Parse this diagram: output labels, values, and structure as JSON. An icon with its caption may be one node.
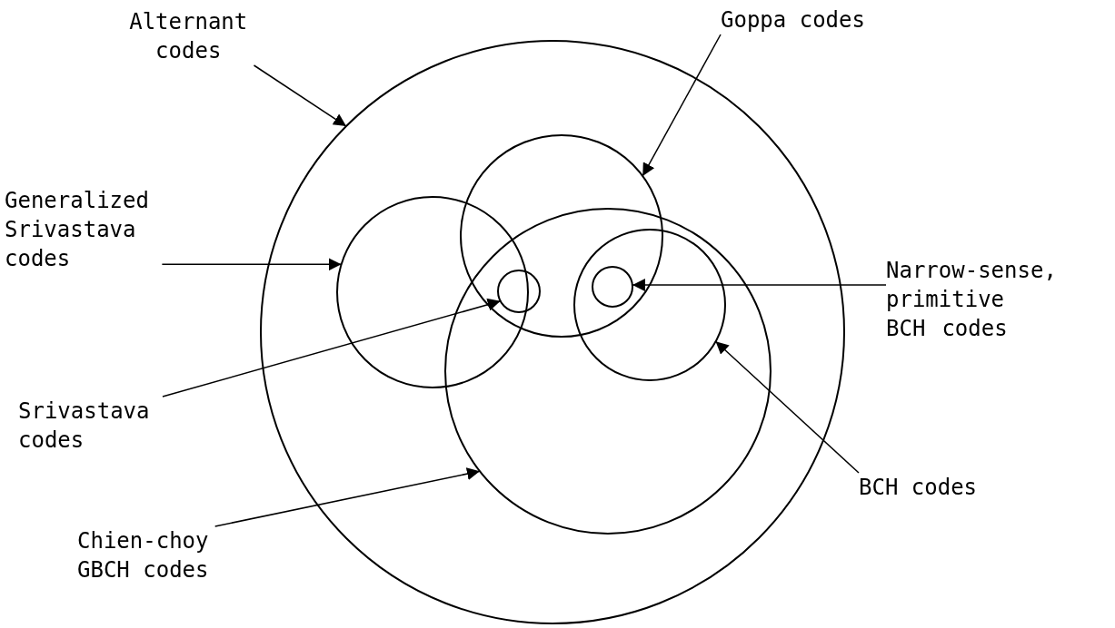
{
  "diagram": {
    "nodes": [
      {
        "text": [
          "Alternant codes"
        ]
      },
      {
        "text": [
          "Goppa codes"
        ]
      },
      {
        "text": [
          "Generalized Srivastava codes"
        ]
      },
      {
        "text": [
          "Narrow-sense, primitive BCH codes"
        ]
      },
      {
        "text": [
          "Srivastava codes"
        ]
      },
      {
        "text": [
          "BCH codes"
        ]
      },
      {
        "text": [
          "Chien-choy GBCH codes"
        ]
      },
      {
        "text": [],
        "shape": "circle"
      },
      {
        "text": [],
        "shape": "circle",
        "in": 7
      },
      {
        "text": [],
        "shape": "circle",
        "in": 7
      },
      {
        "text": [],
        "shape": "circle",
        "in": 7
      },
      {
        "text": [],
        "shape": "circle",
        "in": 10
      },
      {
        "text": [],
        "shape": "circle"
      },
      {
        "text": [],
        "shape": "circle"
      }
    ],
    "edges": [
      {
        "from": 0,
        "to": 7,
        "arrow": "to"
      },
      {
        "from": 1,
        "to": 8,
        "arrow": "to"
      },
      {
        "from": 2,
        "to": 9,
        "arrow": "to"
      },
      {
        "from": 3,
        "to": 13,
        "arrow": "to"
      },
      {
        "from": 4,
        "to": 12,
        "arrow": "to"
      },
      {
        "from": 5,
        "to": 11,
        "arrow": "to"
      },
      {
        "from": 6,
        "to": 10,
        "arrow": "to"
      }
    ]
  }
}
